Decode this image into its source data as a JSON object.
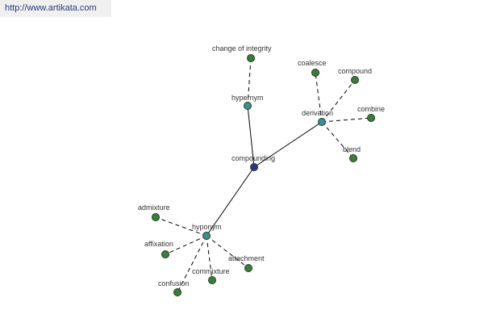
{
  "header": {
    "url": "http://www.artikata.com"
  },
  "colors": {
    "center": "#33338a",
    "hub": "#3f8f8f",
    "leaf": "#3f7a3f",
    "node_stroke": "#1c3d1c"
  },
  "graph": {
    "nodes": [
      {
        "id": "compounding",
        "label": "compounding",
        "kind": "center"
      },
      {
        "id": "hypernym",
        "label": "hypernym",
        "kind": "hub"
      },
      {
        "id": "derivation",
        "label": "derivation",
        "kind": "hub"
      },
      {
        "id": "hyponym",
        "label": "hyponym",
        "kind": "hub"
      },
      {
        "id": "change-of-integrity",
        "label": "change of integrity",
        "kind": "leaf"
      },
      {
        "id": "coalesce",
        "label": "coalesce",
        "kind": "leaf"
      },
      {
        "id": "compound",
        "label": "compound",
        "kind": "leaf"
      },
      {
        "id": "combine",
        "label": "combine",
        "kind": "leaf"
      },
      {
        "id": "blend",
        "label": "blend",
        "kind": "leaf"
      },
      {
        "id": "admixture",
        "label": "admixture",
        "kind": "leaf"
      },
      {
        "id": "affixation",
        "label": "affixation",
        "kind": "leaf"
      },
      {
        "id": "confusion",
        "label": "confusion",
        "kind": "leaf"
      },
      {
        "id": "commixture",
        "label": "commixture",
        "kind": "leaf"
      },
      {
        "id": "attachment",
        "label": "attachment",
        "kind": "leaf"
      }
    ],
    "edges": [
      {
        "from": "compounding",
        "to": "hypernym",
        "style": "solid"
      },
      {
        "from": "compounding",
        "to": "derivation",
        "style": "solid"
      },
      {
        "from": "compounding",
        "to": "hyponym",
        "style": "solid"
      },
      {
        "from": "hypernym",
        "to": "change-of-integrity",
        "style": "dashed"
      },
      {
        "from": "derivation",
        "to": "coalesce",
        "style": "dashed"
      },
      {
        "from": "derivation",
        "to": "compound",
        "style": "dashed"
      },
      {
        "from": "derivation",
        "to": "combine",
        "style": "dashed"
      },
      {
        "from": "derivation",
        "to": "blend",
        "style": "dashed"
      },
      {
        "from": "hyponym",
        "to": "admixture",
        "style": "dashed"
      },
      {
        "from": "hyponym",
        "to": "affixation",
        "style": "dashed"
      },
      {
        "from": "hyponym",
        "to": "confusion",
        "style": "dashed"
      },
      {
        "from": "hyponym",
        "to": "commixture",
        "style": "dashed"
      },
      {
        "from": "hyponym",
        "to": "attachment",
        "style": "dashed"
      }
    ]
  }
}
